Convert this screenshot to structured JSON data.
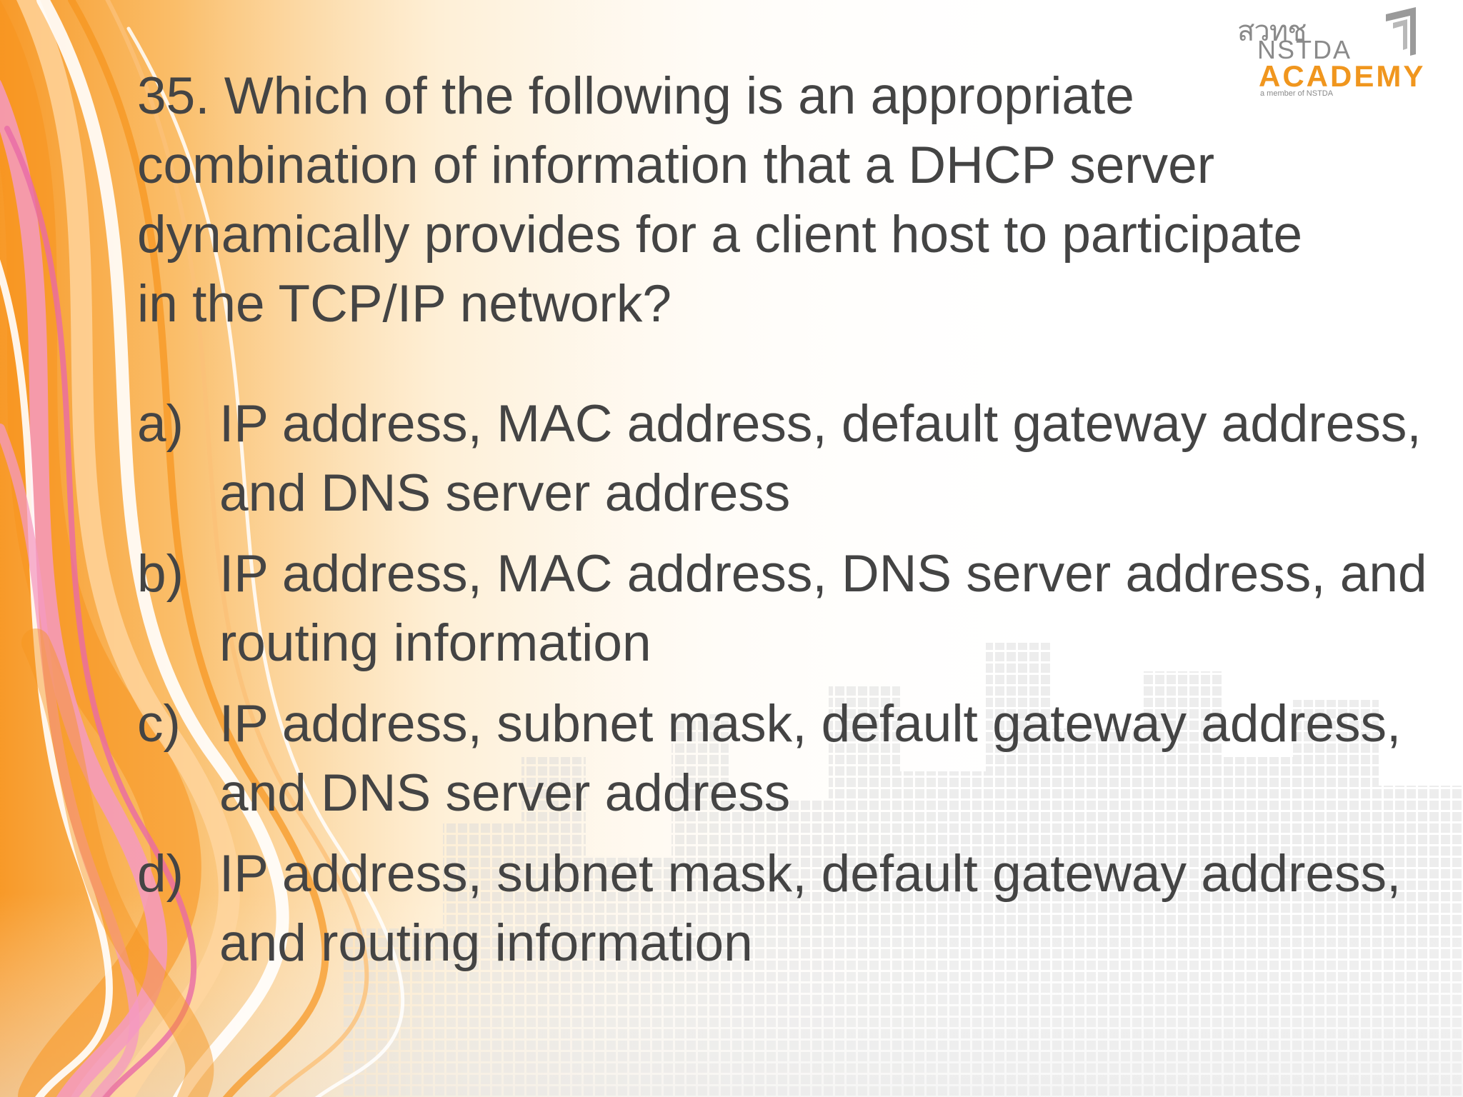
{
  "logo": {
    "thai_text": "สวทช",
    "org": "NSTDA",
    "name": "ACADEMY",
    "tagline": "a member of NSTDA",
    "mark_icon": "stacked-bars-logo-mark",
    "accent_color": "#f0961e"
  },
  "question": {
    "text": "35. Which of the following is an appropriate combination of information that a DHCP server dynamically provides for a client host to participate in the TCP/IP network?"
  },
  "options": [
    {
      "letter": "a)",
      "text": "IP address, MAC address, default gateway address, and DNS server address"
    },
    {
      "letter": "b)",
      "text": "IP address, MAC address, DNS server address, and routing information"
    },
    {
      "letter": "c)",
      "text": "IP address, subnet mask, default gateway address, and DNS server address"
    },
    {
      "letter": "d)",
      "text": "IP address, subnet mask, default gateway address, and routing information"
    }
  ],
  "theme": {
    "text_color": "#444444",
    "background_warm": "#f7941d",
    "background_pink": "#f49ac1"
  }
}
